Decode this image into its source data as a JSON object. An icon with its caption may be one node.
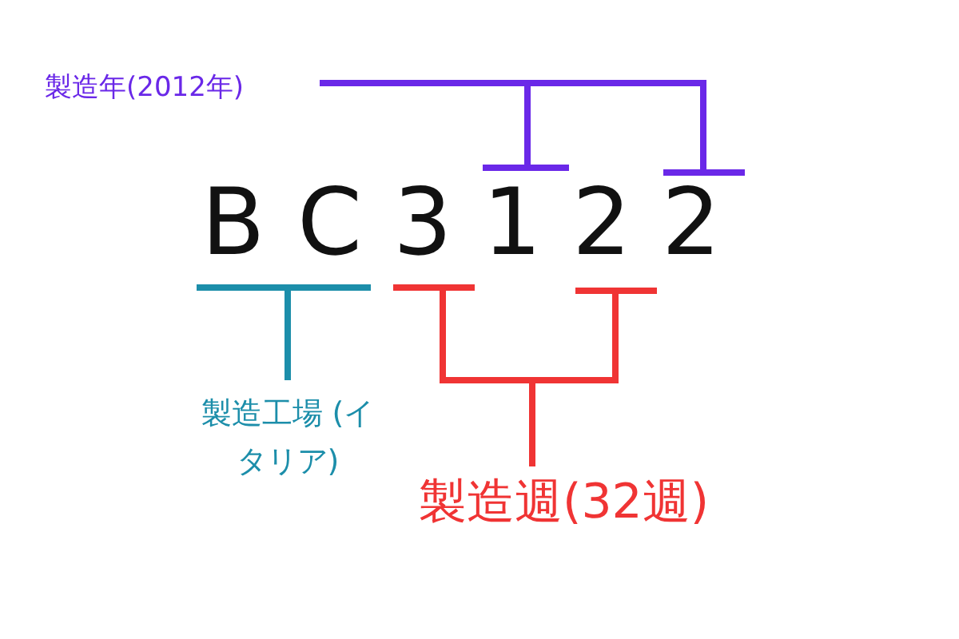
{
  "diagram": {
    "labels": [
      "製造年(2012年)",
      "B",
      "C",
      "3",
      "1",
      "2",
      "2",
      "製造工場 (イタリア)",
      "製造週(32週)"
    ]
  }
}
